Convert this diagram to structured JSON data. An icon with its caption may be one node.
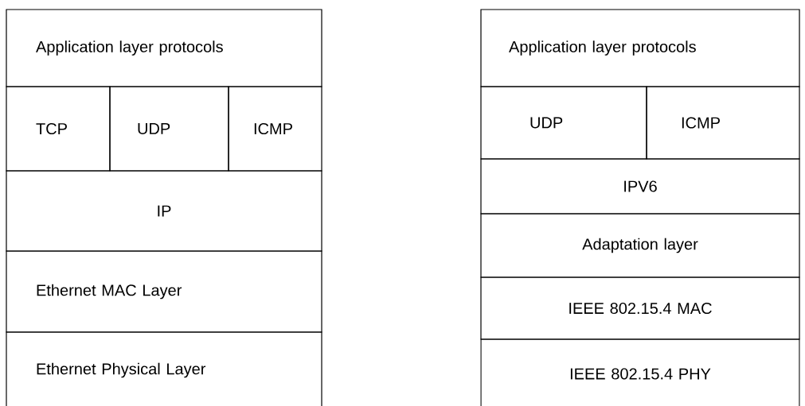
{
  "diagram": {
    "nodes": [
      {
        "text": [
          "Application layer protocols"
        ]
      },
      {
        "text": [
          "TCP"
        ]
      },
      {
        "text": [
          "UDP"
        ]
      },
      {
        "text": [
          "ICMP"
        ]
      },
      {
        "text": [
          "IP"
        ]
      },
      {
        "text": [
          "Ethernet MAC Layer"
        ]
      },
      {
        "text": [
          "Ethernet Physical Layer"
        ]
      },
      {
        "text": [
          "Application layer protocols"
        ]
      },
      {
        "text": [
          "UDP"
        ]
      },
      {
        "text": [
          "ICMP"
        ]
      },
      {
        "text": [
          "IPV6"
        ]
      },
      {
        "text": [
          "Adaptation layer"
        ]
      },
      {
        "text": [
          "IEEE 802.15.4 MAC"
        ]
      },
      {
        "text": [
          "IEEE 802.15.4 PHY"
        ]
      }
    ]
  }
}
